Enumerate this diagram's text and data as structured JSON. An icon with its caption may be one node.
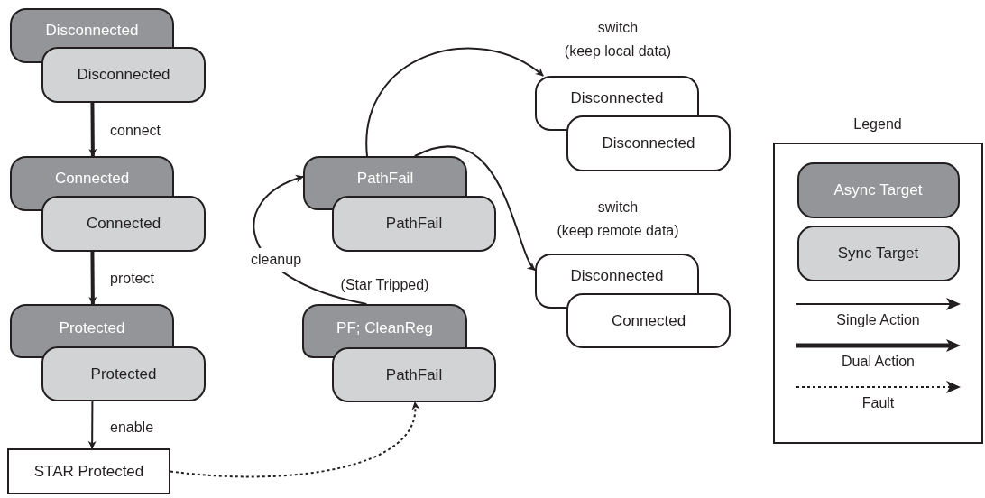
{
  "diagram": {
    "nodes": [
      {
        "text": [
          "Disconnected"
        ]
      },
      {
        "text": [
          "Disconnected"
        ]
      },
      {
        "text": [
          "Connected"
        ]
      },
      {
        "text": [
          "Connected"
        ]
      },
      {
        "text": [
          "Protected"
        ]
      },
      {
        "text": [
          "Protected"
        ]
      },
      {
        "text": [
          "STAR Protected"
        ]
      },
      {
        "text": [
          "PathFail"
        ]
      },
      {
        "text": [
          "PathFail"
        ]
      },
      {
        "text": [
          "PF; CleanReg"
        ],
        "beside": [
          "(Star Tripped)"
        ]
      },
      {
        "text": [
          "PathFail"
        ]
      },
      {
        "text": [
          "Disconnected"
        ]
      },
      {
        "text": [
          "Disconnected"
        ]
      },
      {
        "text": [
          "Disconnected"
        ]
      },
      {
        "text": [
          "Connected"
        ]
      }
    ],
    "edges": [
      {
        "from": 1,
        "to": 2,
        "arrow": "to",
        "label": "connect",
        "style": "thick"
      },
      {
        "from": 3,
        "to": 4,
        "arrow": "to",
        "label": "protect",
        "style": "thick"
      },
      {
        "from": 5,
        "to": 6,
        "arrow": "to",
        "label": "enable"
      },
      {
        "from": 6,
        "to": 10,
        "arrow": "to",
        "style": "dashed"
      },
      {
        "from": 9,
        "to": 7,
        "arrow": "to",
        "label": "cleanup"
      },
      {
        "from": 7,
        "to": 11,
        "arrow": "to",
        "label": "switch (keep local data)"
      },
      {
        "from": 7,
        "to": 13,
        "arrow": "to",
        "label": "switch (keep remote data)"
      }
    ],
    "labels": [
      "Legend"
    ],
    "legend": [
      {
        "text": "Async Target",
        "color": "#939598"
      },
      {
        "text": "Sync Target",
        "color": "#d1d3d4"
      },
      {
        "text": "Single Action"
      },
      {
        "text": "Dual Action"
      },
      {
        "text": "Fault"
      }
    ]
  }
}
